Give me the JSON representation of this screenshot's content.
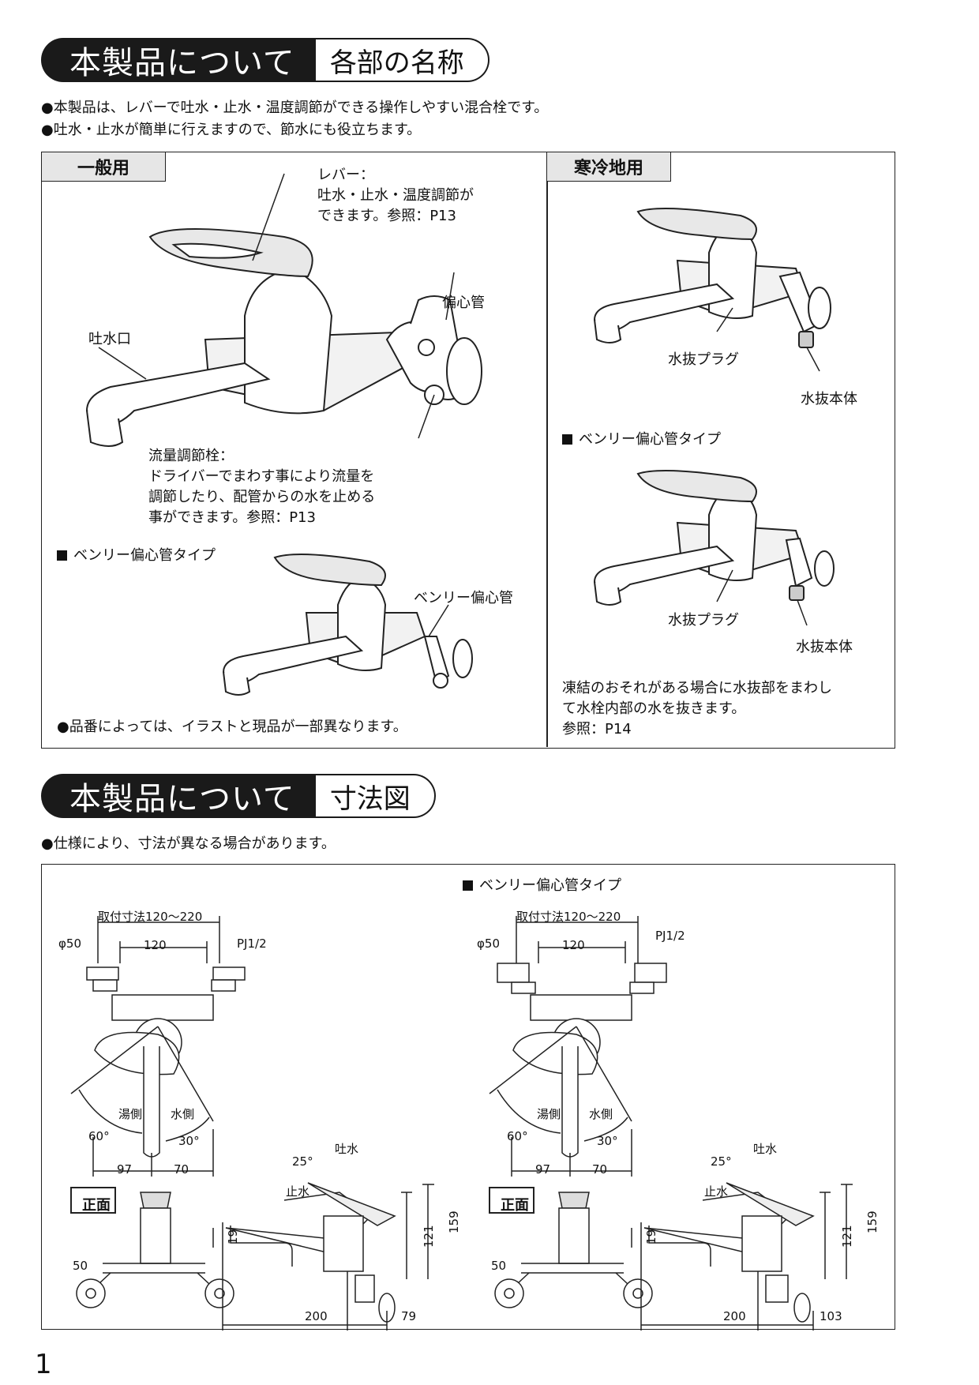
{
  "section1": {
    "title": "本製品について",
    "subtitle": "各部の名称"
  },
  "section1_notes": [
    "●本製品は、レバーで吐水・止水・温度調節ができる操作しやすい混合栓です。",
    "●吐水・止水が簡単に行えますので、節水にも役立ちます。"
  ],
  "general": {
    "tab": "一般用",
    "lever_line1": "レバー：",
    "lever_line2": "吐水・止水・温度調節が",
    "lever_line3": "できます。参照：P13",
    "spout": "吐水口",
    "eccentric": "偏心管",
    "flow_line1": "流量調節栓：",
    "flow_line2": "ドライバーでまわす事により流量を",
    "flow_line3": "調節したり、配管からの水を止める",
    "flow_line4": "事ができます。参照：P13",
    "benry_type": "ベンリー偏心管タイプ",
    "benry_pipe": "ベンリー偏心管",
    "footnote": "●品番によっては、イラストと現品が一部異なります。"
  },
  "cold": {
    "tab": "寒冷地用",
    "drain_plug": "水抜プラグ",
    "drain_body": "水抜本体",
    "benry_type": "ベンリー偏心管タイプ",
    "drain_plug2": "水抜プラグ",
    "drain_body2": "水抜本体",
    "note_line1": "凍結のおそれがある場合に水抜部をまわし",
    "note_line2": "て水栓内部の水を抜きます。",
    "note_line3": "参照：P14"
  },
  "section2": {
    "title": "本製品について",
    "subtitle": "寸法図"
  },
  "section2_note": "●仕様により、寸法が異なる場合があります。",
  "dims": {
    "benry_type": "ベンリー偏心管タイプ",
    "left": {
      "mount": "取付寸法120～220",
      "phi": "φ50",
      "pitch": "120",
      "pj": "PJ1/2",
      "hot": "湯側",
      "cold": "水側",
      "ang60": "60°",
      "ang30": "30°",
      "d97": "97",
      "d70": "70",
      "front": "正面",
      "d50": "50",
      "spout_on": "吐水",
      "ang25": "25°",
      "spout_off": "止水",
      "d19": "19",
      "d121": "121",
      "d159": "159",
      "d200": "200",
      "d_depth": "79"
    },
    "right": {
      "mount": "取付寸法120～220",
      "phi": "φ50",
      "pitch": "120",
      "pj": "PJ1/2",
      "hot": "湯側",
      "cold": "水側",
      "ang60": "60°",
      "ang30": "30°",
      "d97": "97",
      "d70": "70",
      "front": "正面",
      "d50": "50",
      "spout_on": "吐水",
      "ang25": "25°",
      "spout_off": "止水",
      "d19": "19",
      "d121": "121",
      "d159": "159",
      "d200": "200",
      "d_depth": "103"
    }
  },
  "page_number": "1"
}
